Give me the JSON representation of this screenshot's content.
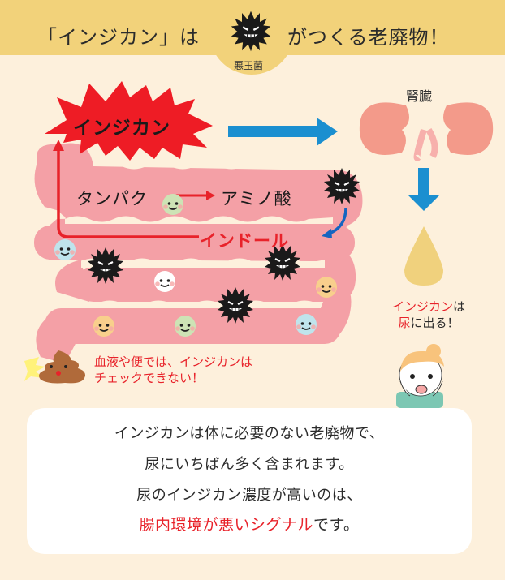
{
  "header": {
    "title_left": "「インジカン」は",
    "title_right": "がつくる老廃物！",
    "badge_label": "悪玉菌",
    "badge_icon": "bad-bacteria-icon",
    "background_color": "#f2d27a"
  },
  "diagram": {
    "burst_label": "インジカン",
    "burst_color": "#ee1c25",
    "protein_label": "タンパク",
    "amino_label": "アミノ酸",
    "indole_label": "インドール",
    "kidney_label": "腎臓",
    "urine_note": {
      "line1_red": "インジカン",
      "line1_black": "は",
      "line2_red": "尿",
      "line2_black": "に出る！"
    },
    "blood_note": {
      "line1": "血液や便では、インジカンは",
      "line2": "チェックできない！"
    },
    "arrow_color": "#1b8fd0",
    "intestine_color": "#f4a0a6",
    "kidney_color": "#f39a8a",
    "drop_color": "#f0d17d"
  },
  "info_box": {
    "line1": "インジカンは体に必要のない老廃物で、",
    "line2": "尿にいちばん多く含まれます。",
    "line3": "尿のインジカン濃度が高いのは、",
    "line4_red": "腸内環境が悪いシグナル",
    "line4_black": "です。"
  },
  "colors": {
    "background": "#fdf0dc",
    "accent_red": "#e8222a",
    "bacteria_black": "#1a1a1a"
  }
}
